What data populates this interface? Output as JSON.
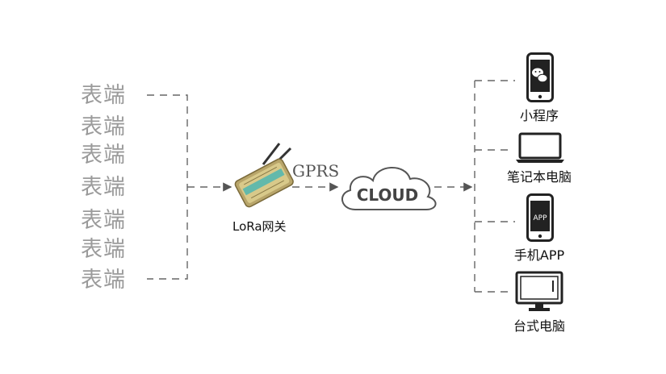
{
  "meters": [
    "表端",
    "表端",
    "表端",
    "表端",
    "表端",
    "表端",
    "表端"
  ],
  "protocol_label": "GPRS",
  "gateway_label": "LoRa网关",
  "cloud_label": "CLOUD",
  "phone_screen_text": "APP",
  "devices": [
    {
      "label": "小程序",
      "icon": "wechat-phone-icon"
    },
    {
      "label": "笔记本电脑",
      "icon": "laptop-icon"
    },
    {
      "label": "手机APP",
      "icon": "app-phone-icon"
    },
    {
      "label": "台式电脑",
      "icon": "desktop-monitor-icon"
    }
  ],
  "colors": {
    "line": "#666666",
    "meter_text": "#9b9b9b",
    "gateway_teal": "#4fb6b0",
    "gateway_gold": "#b8a56a"
  }
}
